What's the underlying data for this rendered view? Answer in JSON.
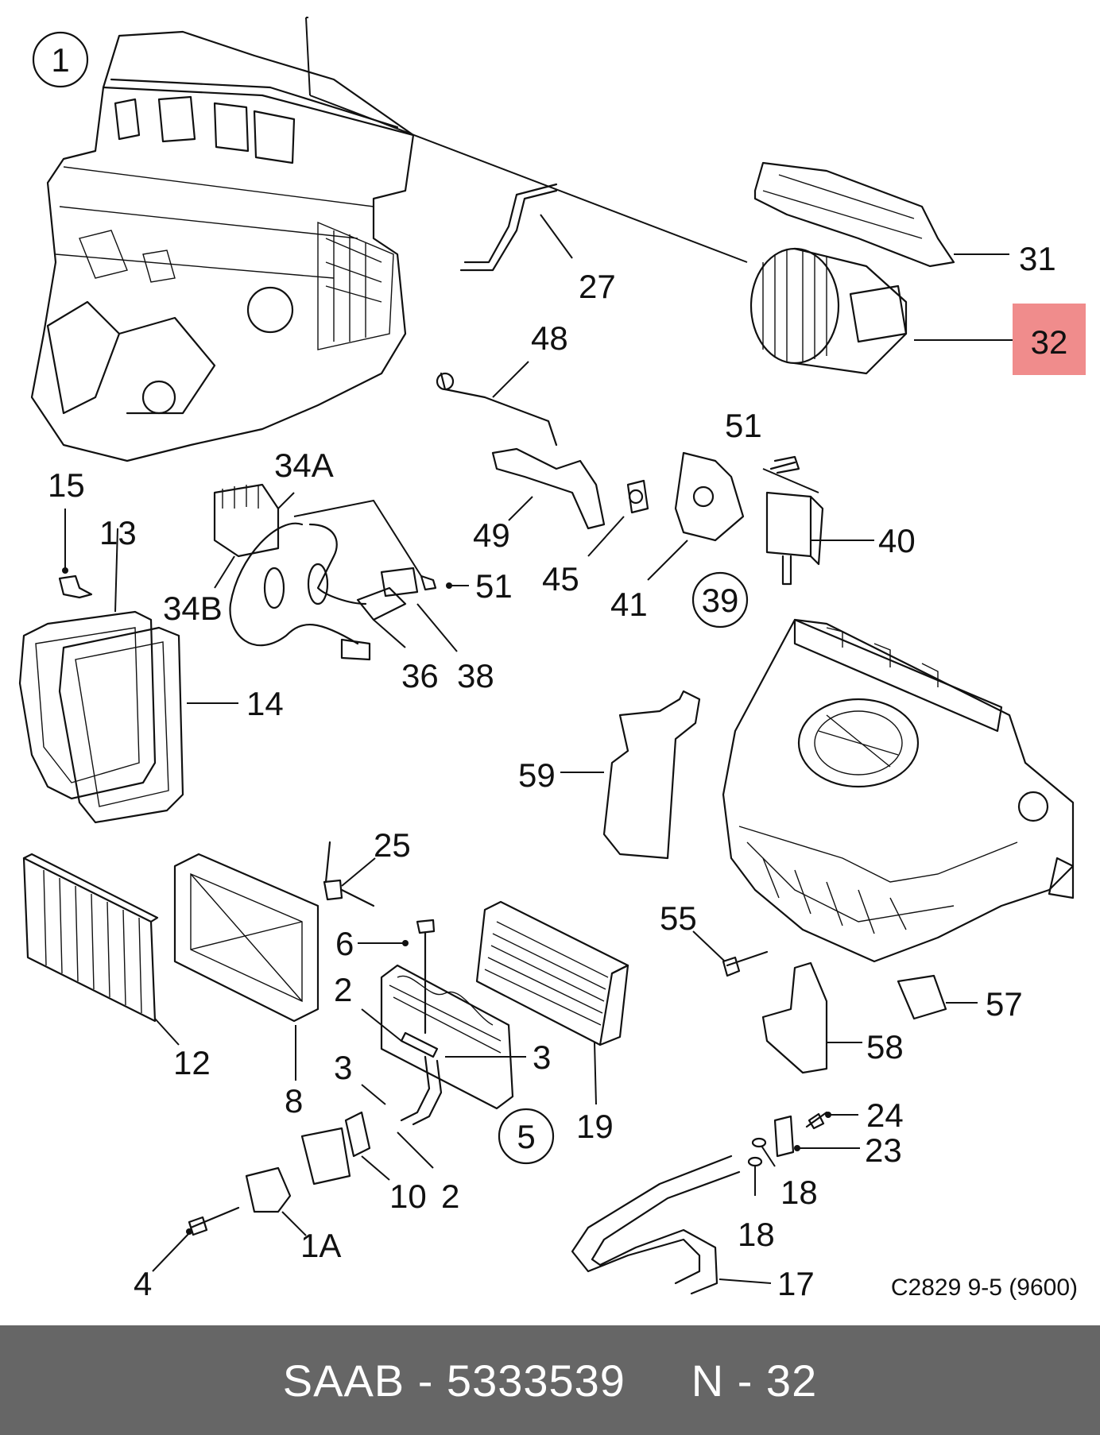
{
  "diagram": {
    "labels": {
      "l1": "1",
      "l27": "27",
      "l31": "31",
      "l32": "32",
      "l48": "48",
      "l51a": "51",
      "l51b": "51",
      "l34a": "34A",
      "l34b": "34B",
      "l15": "15",
      "l13": "13",
      "l14": "14",
      "l49": "49",
      "l45": "45",
      "l41": "41",
      "l39": "39",
      "l40": "40",
      "l36": "36",
      "l38": "38",
      "l59": "59",
      "l25": "25",
      "l6": "6",
      "l2a": "2",
      "l3a": "3",
      "l3b": "3",
      "l5": "5",
      "l12": "12",
      "l8": "8",
      "l19": "19",
      "l55": "55",
      "l57": "57",
      "l58": "58",
      "l10": "10",
      "l2b": "2",
      "l24": "24",
      "l23": "23",
      "l18a": "18",
      "l18b": "18",
      "l17": "17",
      "l4": "4",
      "l1a": "1A"
    },
    "highlight_color": "#f08c8c",
    "code": "C2829 9-5 (9600)"
  },
  "footer": {
    "text": "SAAB - 5333539     N - 32"
  }
}
